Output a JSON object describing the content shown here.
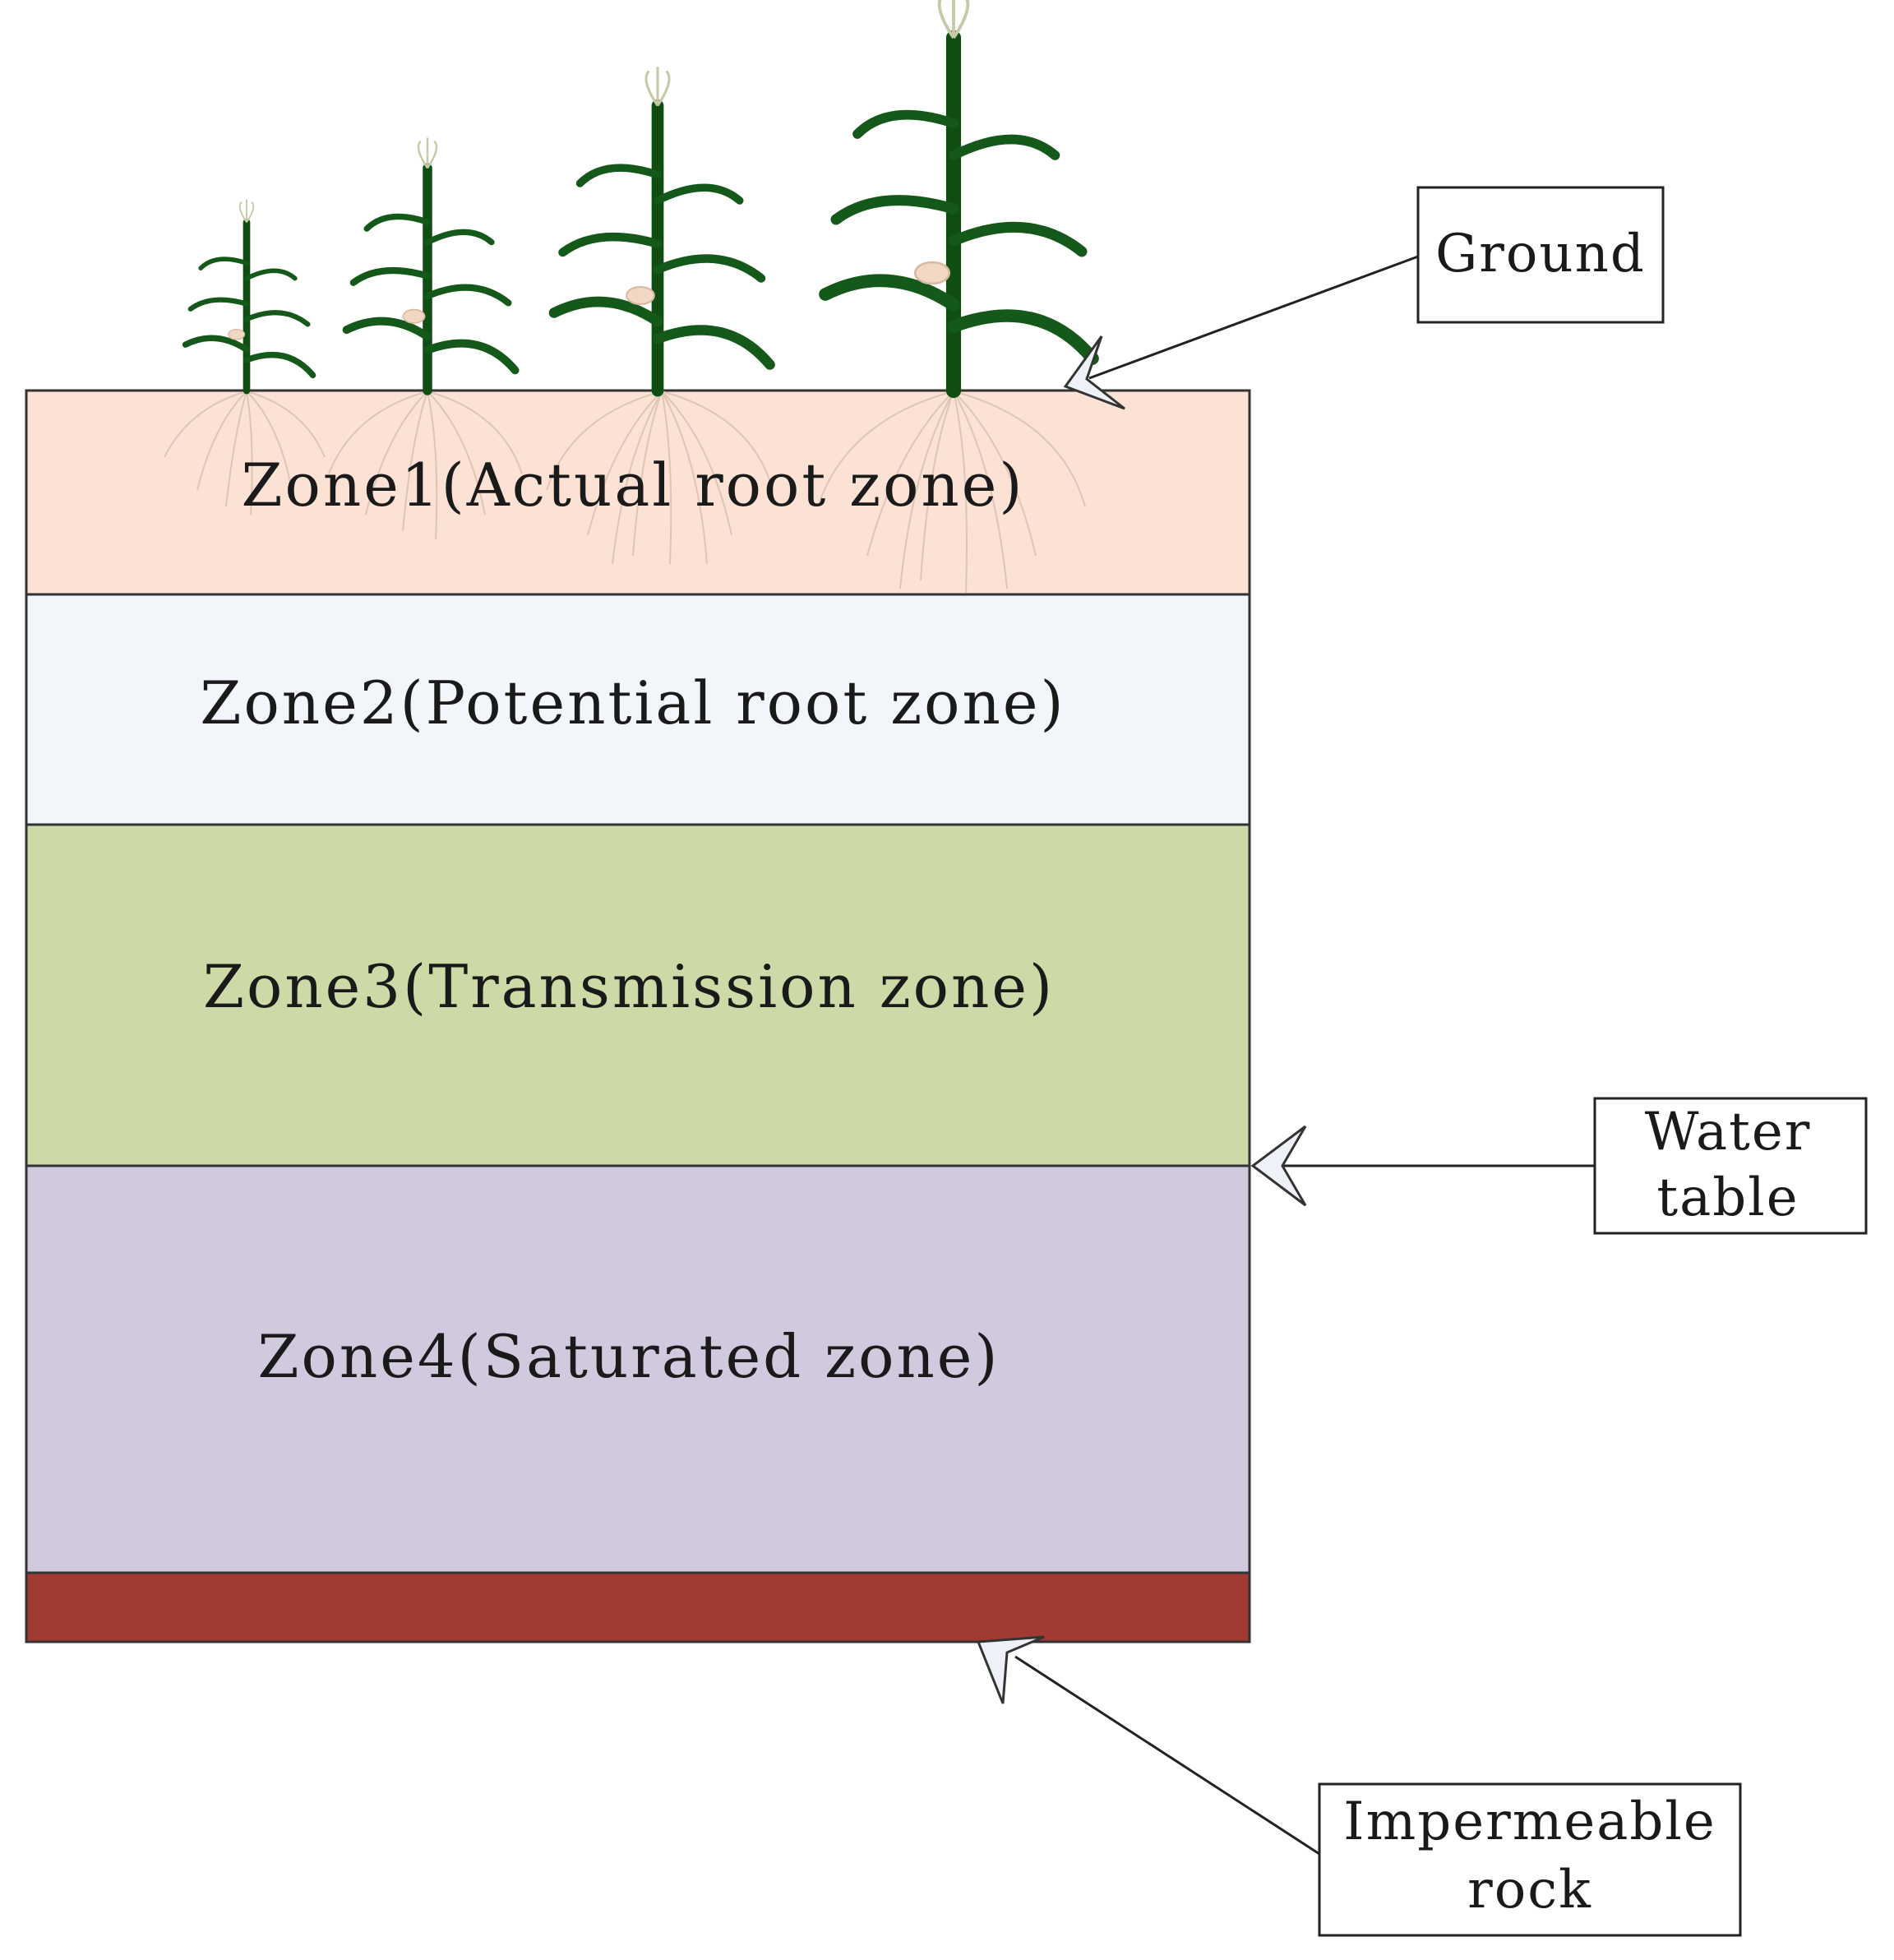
{
  "zones": [
    {
      "id": "zone1",
      "label": "Zone1(Actual root zone)",
      "color": "#fbe2d4"
    },
    {
      "id": "zone2",
      "label": "Zone2(Potential root zone)",
      "color": "#f2f6fa"
    },
    {
      "id": "zone3",
      "label": "Zone3(Transmission zone)",
      "color": "#cddaa8"
    },
    {
      "id": "zone4",
      "label": "Zone4(Saturated zone)",
      "color": "#d1c9de"
    }
  ],
  "bedrock": {
    "color": "#a13a33"
  },
  "callouts": {
    "ground": {
      "lines": [
        "Ground"
      ]
    },
    "water_table": {
      "lines": [
        "Water",
        "table"
      ]
    },
    "impermeable_rock": {
      "lines": [
        "Impermeable",
        "rock"
      ]
    }
  },
  "icons": {
    "plants": "maize-plant-icon",
    "roots": "root-system-icon",
    "pointer": "arrowhead-icon"
  }
}
